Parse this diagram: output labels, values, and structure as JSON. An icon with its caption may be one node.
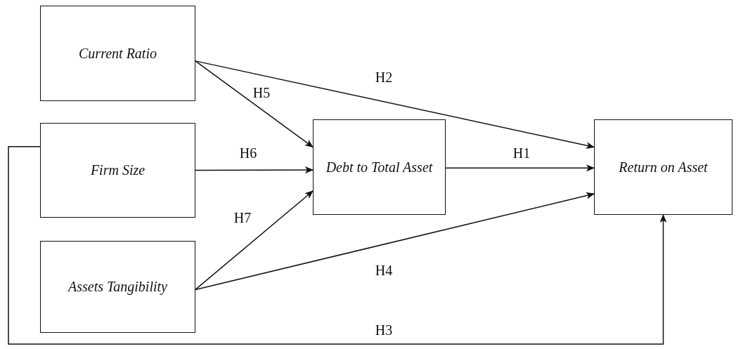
{
  "diagram": {
    "nodes": [
      {
        "text": [
          "Current Ratio"
        ]
      },
      {
        "text": [
          "Firm Size"
        ]
      },
      {
        "text": [
          "Assets Tangibility"
        ]
      },
      {
        "text": [
          "Debt to Total Asset"
        ]
      },
      {
        "text": [
          "Return on Asset"
        ]
      }
    ],
    "edges": [
      {
        "from": 0,
        "to": 3,
        "arrow": "to",
        "label": "H5"
      },
      {
        "from": 0,
        "to": 4,
        "arrow": "to",
        "label": "H2"
      },
      {
        "from": 1,
        "to": 3,
        "arrow": "to",
        "label": "H6"
      },
      {
        "from": 3,
        "to": 4,
        "arrow": "to",
        "label": "H1"
      },
      {
        "from": 2,
        "to": 3,
        "arrow": "to",
        "label": "H7"
      },
      {
        "from": 2,
        "to": 4,
        "arrow": "to",
        "label": "H4"
      },
      {
        "from": 1,
        "to": 4,
        "arrow": "to",
        "label": "H3"
      }
    ]
  }
}
